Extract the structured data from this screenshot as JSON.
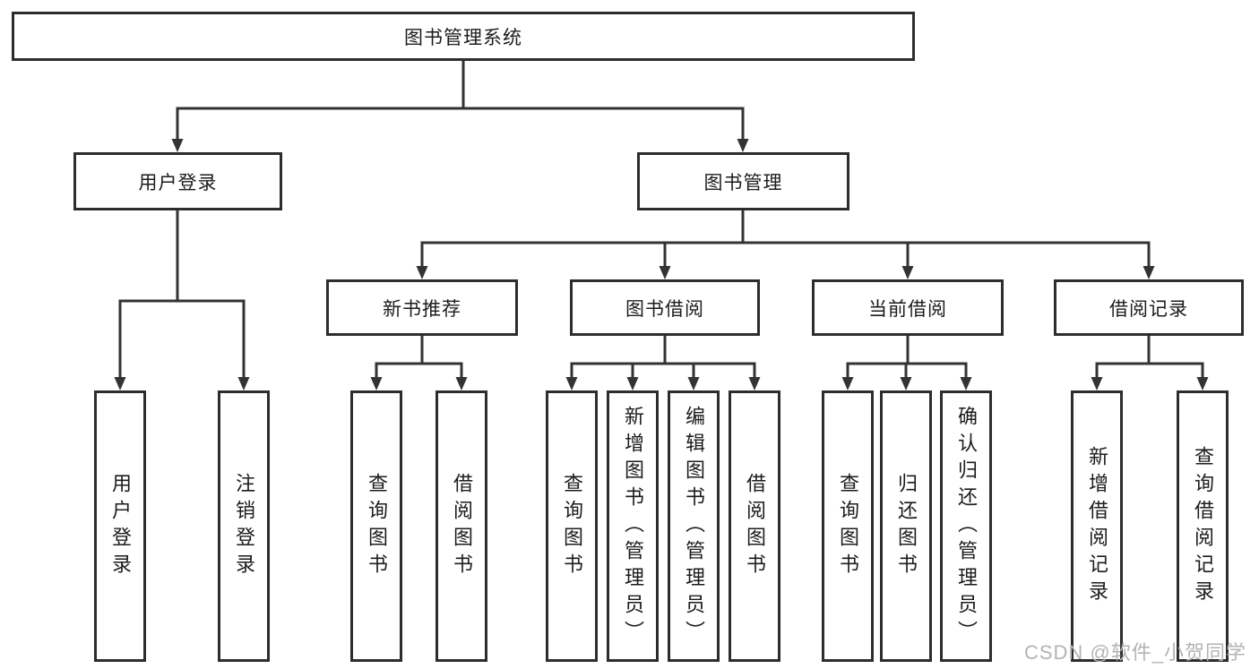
{
  "diagram": {
    "title": "图书管理系统",
    "nodes": {
      "root": "图书管理系统",
      "l2": [
        "用户登录",
        "图书管理"
      ],
      "l3": [
        "新书推荐",
        "图书借阅",
        "当前借阅",
        "借阅记录"
      ],
      "leaf": [
        "用户登录",
        "注销登录",
        "查询图书",
        "借阅图书",
        "查询图书",
        "新增图书（管理员）",
        "编辑图书（管理员）",
        "借阅图书",
        "查询图书",
        "归还图书",
        "确认归还（管理员）",
        "新增借阅记录",
        "查询借阅记录"
      ]
    },
    "hierarchy": {
      "图书管理系统": {
        "用户登录": [
          "用户登录",
          "注销登录"
        ],
        "图书管理": {
          "新书推荐": [
            "查询图书",
            "借阅图书"
          ],
          "图书借阅": [
            "查询图书",
            "新增图书（管理员）",
            "编辑图书（管理员）",
            "借阅图书"
          ],
          "当前借阅": [
            "查询图书",
            "归还图书",
            "确认归还（管理员）"
          ],
          "借阅记录": [
            "新增借阅记录",
            "查询借阅记录"
          ]
        }
      }
    },
    "colors": {
      "background": "#ffffff",
      "box_border": "#2d2d2d",
      "line": "#333333",
      "text": "#1c1c1c",
      "watermark": "#b3b3b9"
    }
  },
  "watermark": "CSDN @软件_小贺同学"
}
